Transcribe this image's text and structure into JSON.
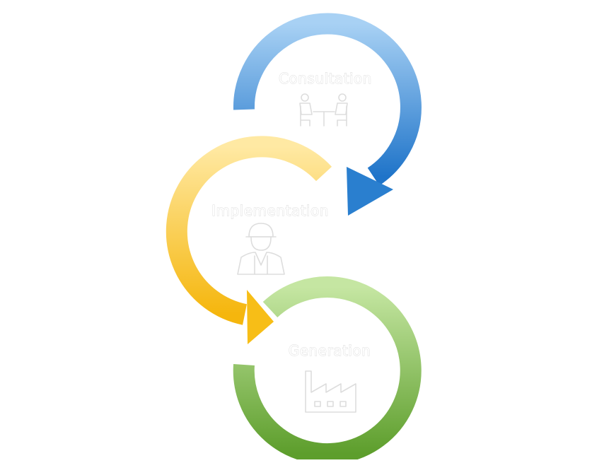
{
  "diagram": {
    "steps": [
      {
        "id": "consultation",
        "label": "Consultation",
        "icon": "meeting-table-icon",
        "gradient": [
          "#a8d1f4",
          "#1f74c9"
        ]
      },
      {
        "id": "implementation",
        "label": "Implementation",
        "icon": "construction-worker-icon",
        "gradient": [
          "#ffe9a3",
          "#f5b60d"
        ]
      },
      {
        "id": "generation",
        "label": "Generation",
        "icon": "factory-icon",
        "gradient": [
          "#c5e6a2",
          "#5d9e2c"
        ]
      }
    ],
    "label_color": "#ffffff",
    "label_outline": "#d9d9d9"
  }
}
